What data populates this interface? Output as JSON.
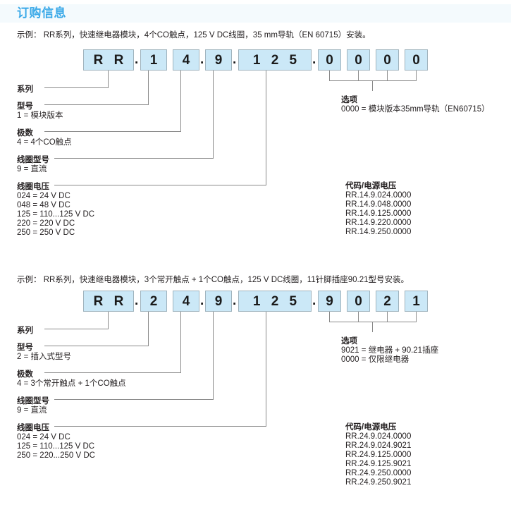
{
  "document": {
    "title": "订购信息",
    "accent_color": "#3aa9e8",
    "box_fill": "#cbe8f7",
    "box_border": "#9fb3bd",
    "line_color": "#8a8a8a"
  },
  "blocks": [
    {
      "id": "block-1",
      "example": "示例：  RR系列，快速继电器模块，4个CO触点，125 V DC线圈，35 mm导轨（EN 60715）安装。",
      "code_cells": [
        {
          "text": "R R",
          "width": 72
        },
        {
          "text": "1",
          "width": 38
        },
        {
          "text": "4",
          "width": 38
        },
        {
          "text": "9",
          "width": 38
        },
        {
          "text": "1 2 5",
          "width": 104
        },
        {
          "text": "0",
          "width": 33
        },
        {
          "text": "0",
          "width": 33
        },
        {
          "text": "0",
          "width": 33
        },
        {
          "text": "0",
          "width": 33
        }
      ],
      "left_labels": [
        {
          "title": "系列",
          "lines": []
        },
        {
          "title": "型号",
          "lines": [
            "1 = 模块版本"
          ]
        },
        {
          "title": "极数",
          "lines": [
            "4 = 4个CO触点"
          ]
        },
        {
          "title": "线圈型号",
          "lines": [
            "9 = 直流"
          ]
        },
        {
          "title": "线圈电压",
          "lines": [
            "024 = 24 V DC",
            "048 = 48 V DC",
            "125 = 110...125 V DC",
            "220 = 220 V DC",
            "250 = 250 V DC"
          ]
        }
      ],
      "options": {
        "title": "选项",
        "lines": [
          "0000 = 模块版本35mm导轨（EN60715）"
        ]
      },
      "code_table": {
        "title": "代码/电源电压",
        "rows": [
          "RR.14.9.024.0000",
          "RR.14.9.048.0000",
          "RR.14.9.125.0000",
          "RR.14.9.220.0000",
          "RR.14.9.250.0000"
        ]
      }
    },
    {
      "id": "block-2",
      "example": "示例：  RR系列，快速继电器模块，3个常开触点 + 1个CO触点，125 V DC线圈，11针脚插座90.21型号安装。",
      "code_cells": [
        {
          "text": "R R",
          "width": 72
        },
        {
          "text": "2",
          "width": 38
        },
        {
          "text": "4",
          "width": 38
        },
        {
          "text": "9",
          "width": 38
        },
        {
          "text": "1 2 5",
          "width": 104
        },
        {
          "text": "9",
          "width": 33
        },
        {
          "text": "0",
          "width": 33
        },
        {
          "text": "2",
          "width": 33
        },
        {
          "text": "1",
          "width": 33
        }
      ],
      "left_labels": [
        {
          "title": "系列",
          "lines": []
        },
        {
          "title": "型号",
          "lines": [
            "2 = 插入式型号"
          ]
        },
        {
          "title": "极数",
          "lines": [
            "4 = 3个常开触点 + 1个CO触点"
          ]
        },
        {
          "title": "线圈型号",
          "lines": [
            "9 = 直流"
          ]
        },
        {
          "title": "线圈电压",
          "lines": [
            "024 = 24 V DC",
            "125 = 110...125 V DC",
            "250 = 220...250 V DC"
          ]
        }
      ],
      "options": {
        "title": "选项",
        "lines": [
          "9021 = 继电器 + 90.21插座",
          "0000 = 仅限继电器"
        ]
      },
      "code_table": {
        "title": "代码/电源电压",
        "rows": [
          "RR.24.9.024.0000",
          "RR.24.9.024.9021",
          "RR.24.9.125.0000",
          "RR.24.9.125.9021",
          "RR.24.9.250.0000",
          "RR.24.9.250.9021"
        ]
      }
    }
  ]
}
